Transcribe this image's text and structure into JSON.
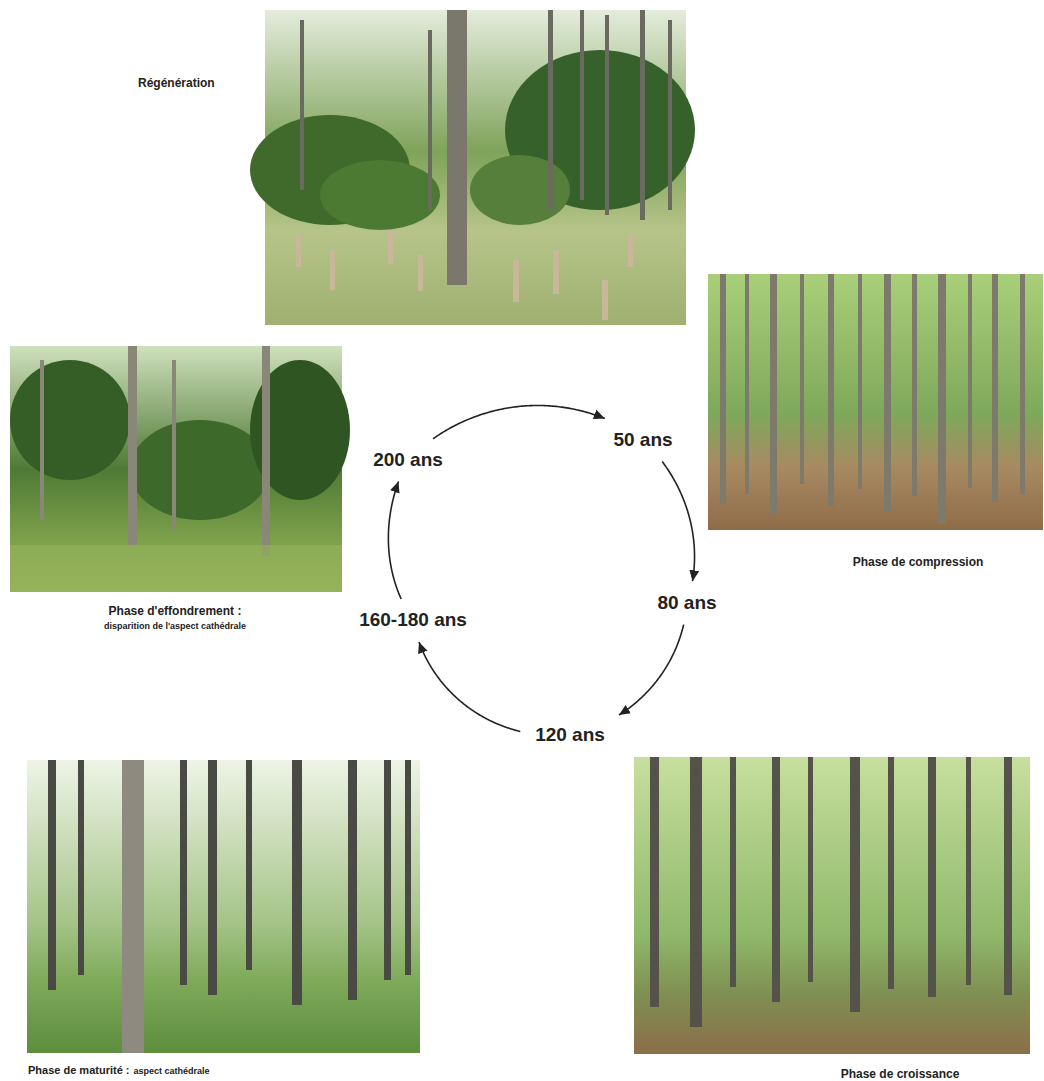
{
  "diagram": {
    "nodes": [
      {
        "text": [
          "200 ans"
        ]
      },
      {
        "text": [
          "50 ans"
        ]
      },
      {
        "text": [
          "80 ans"
        ]
      },
      {
        "text": [
          "120 ans"
        ]
      },
      {
        "text": [
          "160-180 ans"
        ]
      }
    ],
    "edges": [
      {
        "from": 0,
        "to": 1,
        "arrow": "to"
      },
      {
        "from": 1,
        "to": 2,
        "arrow": "to"
      },
      {
        "from": 2,
        "to": 3,
        "arrow": "to"
      },
      {
        "from": 3,
        "to": 4,
        "arrow": "to"
      },
      {
        "from": 4,
        "to": 0,
        "arrow": "to"
      }
    ],
    "labels": [
      "Régénération",
      "Phase de compression",
      "Phase de croissance",
      "Phase de maturité :",
      "aspect cathédrale",
      "Phase d'effondrement :",
      "disparition de l'aspect cathédrale"
    ]
  }
}
